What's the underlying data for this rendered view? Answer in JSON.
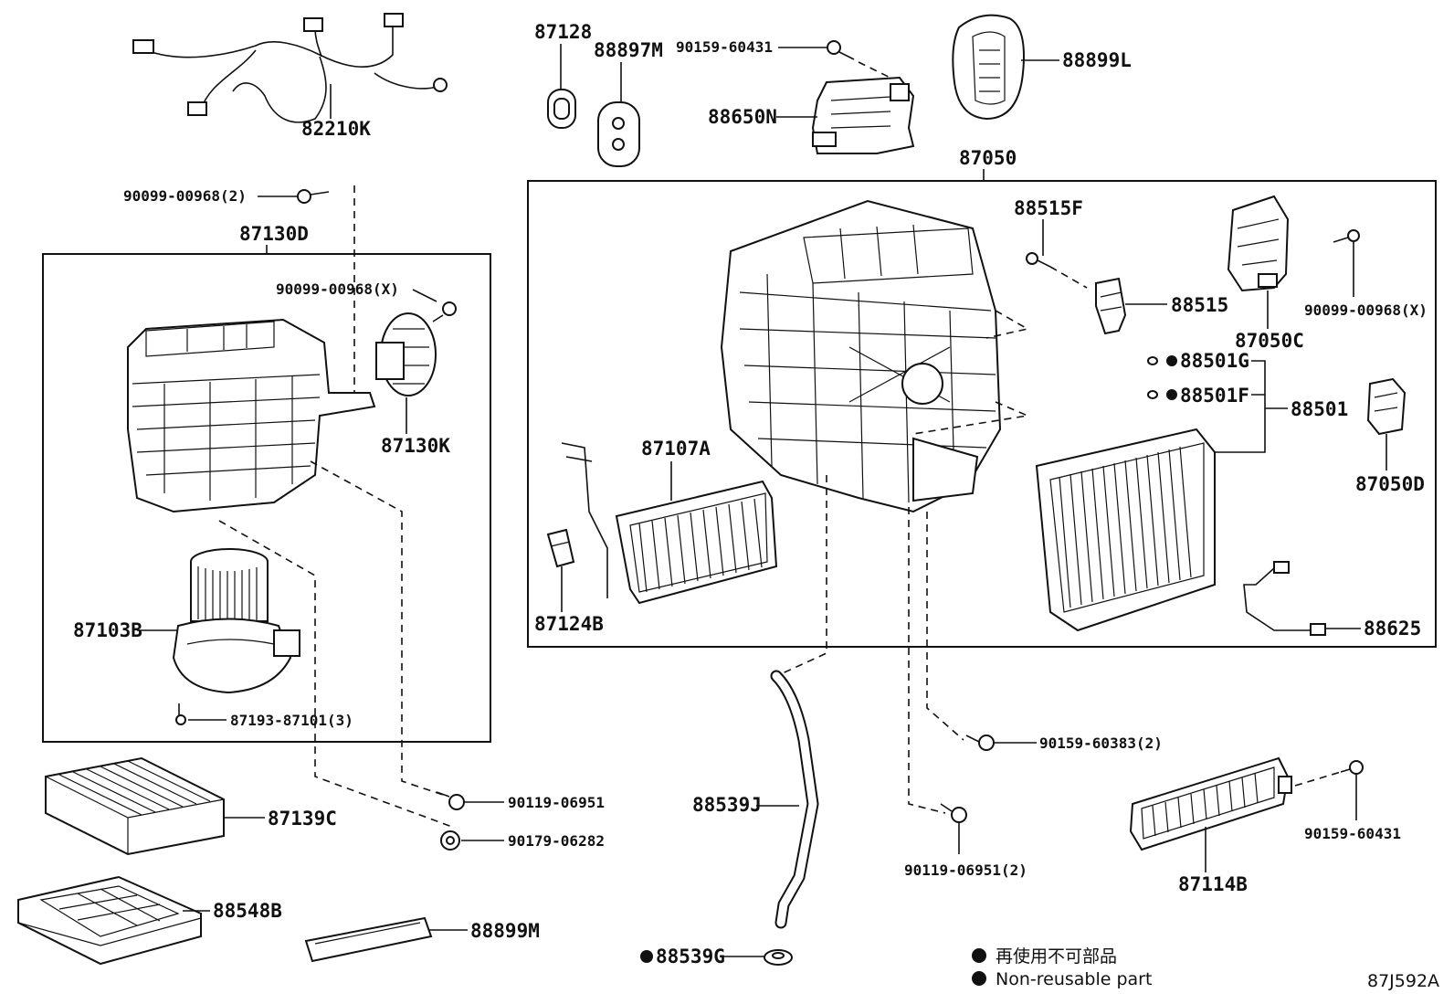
{
  "parts": {
    "p82210K": "82210K",
    "p87128": "87128",
    "p88897M": "88897M",
    "p90159_60431_top": "90159-60431",
    "p88650N": "88650N",
    "p88899L": "88899L",
    "p87050": "87050",
    "p90099_00968_2": "90099-00968(2)",
    "p87130D": "87130D",
    "p90099_00968_X_left": "90099-00968(X)",
    "p87130K": "87130K",
    "p87103B": "87103B",
    "p87193_87101_3": "87193-87101(3)",
    "p88515F": "88515F",
    "p88515": "88515",
    "p87050C": "87050C",
    "p90099_00968_X_right": "90099-00968(X)",
    "p88501G": "88501G",
    "p88501F": "88501F",
    "p88501": "88501",
    "p87050D": "87050D",
    "p87107A": "87107A",
    "p87124B": "87124B",
    "p88625": "88625",
    "p87139C": "87139C",
    "p90119_06951": "90119-06951",
    "p90179_06282": "90179-06282",
    "p88548B": "88548B",
    "p88899M": "88899M",
    "p88539J": "88539J",
    "p88539G": "88539G",
    "p90159_60383_2": "90159-60383(2)",
    "p90119_06951_2": "90119-06951(2)",
    "p87114B": "87114B",
    "p90159_60431_right": "90159-60431"
  },
  "legend": {
    "jp": "再使用不可部品",
    "en": "Non-reusable part"
  },
  "diagram_code": "87J592A"
}
